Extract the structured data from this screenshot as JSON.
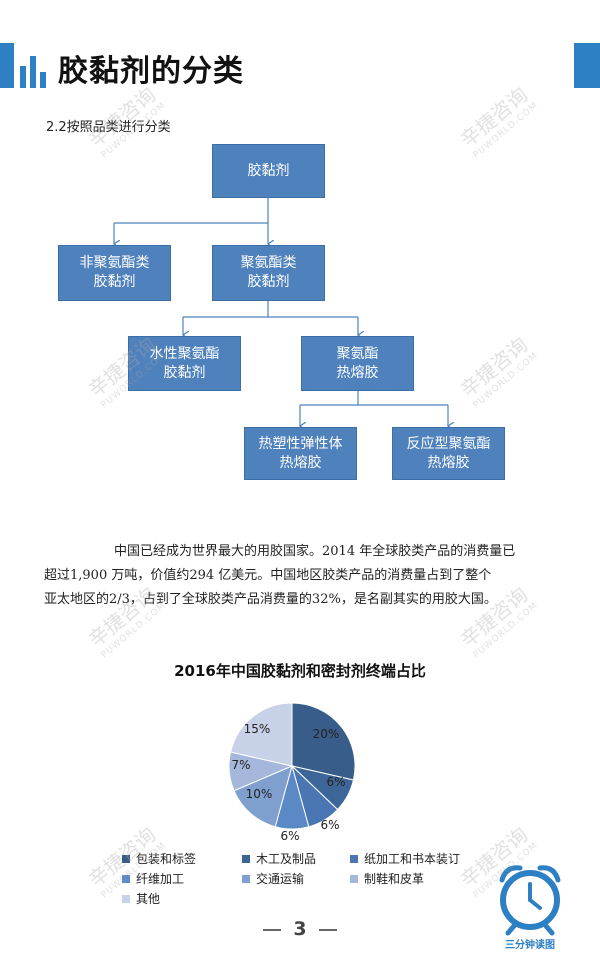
{
  "header": {
    "title": "胶黏剂的分类"
  },
  "section": {
    "label": "2.2按照品类进行分类"
  },
  "tree": {
    "root": "胶黏剂",
    "level1": [
      "非聚氨酯类\n胶黏剂",
      "聚氨酯类\n胶黏剂"
    ],
    "level2": [
      "水性聚氨酯\n胶黏剂",
      "聚氨酯\n热熔胶"
    ],
    "level3": [
      "热塑性弹性体\n热熔胶",
      "反应型聚氨酯\n热熔胶"
    ]
  },
  "paragraph": {
    "line1": "中国已经成为世界最大的用胶国家。2014 年全球胶类产品的消费量已",
    "line2": "超过1,900 万吨，价值约294 亿美元。中国地区胶类产品的消费量占到了整个",
    "line3": "亚太地区的2/3，占到了全球胶类产品消费量的32%，是名副其实的用胶大国。"
  },
  "chart_data": {
    "type": "pie",
    "title": "2016年中国胶黏剂和密封剂终端占比",
    "slices": [
      {
        "label": "包装和标签",
        "value": 20,
        "display": "",
        "color": "#385d8a"
      },
      {
        "label": "木工及制品",
        "value": 6,
        "display": "6%",
        "color": "#3d6698"
      },
      {
        "label": "纸加工和书本装订",
        "value": 6,
        "display": "6%",
        "color": "#4a77b3"
      },
      {
        "label": "纤维加工",
        "value": 6,
        "display": "6%",
        "color": "#5a89c6"
      },
      {
        "label": "交通运输",
        "value": 10,
        "display": "10%",
        "color": "#7f9fcf"
      },
      {
        "label": "制鞋和皮革",
        "value": 7,
        "display": "7%",
        "color": "#a5b8dc"
      },
      {
        "label": "其他",
        "value": 15,
        "display": "15%",
        "color": "#c7d1e8"
      }
    ],
    "data_labels": [
      "20%",
      "6%",
      "6%",
      "6%",
      "10%",
      "7%",
      "15%"
    ],
    "legend_position": "bottom"
  },
  "footer": {
    "page_number": "3",
    "brand": "三分钟读图"
  },
  "watermark": {
    "text": "辛捷咨询",
    "sub": "PUWORLD.COM"
  },
  "colors": {
    "accent": "#2e80c4",
    "node": "#4f81bd"
  }
}
